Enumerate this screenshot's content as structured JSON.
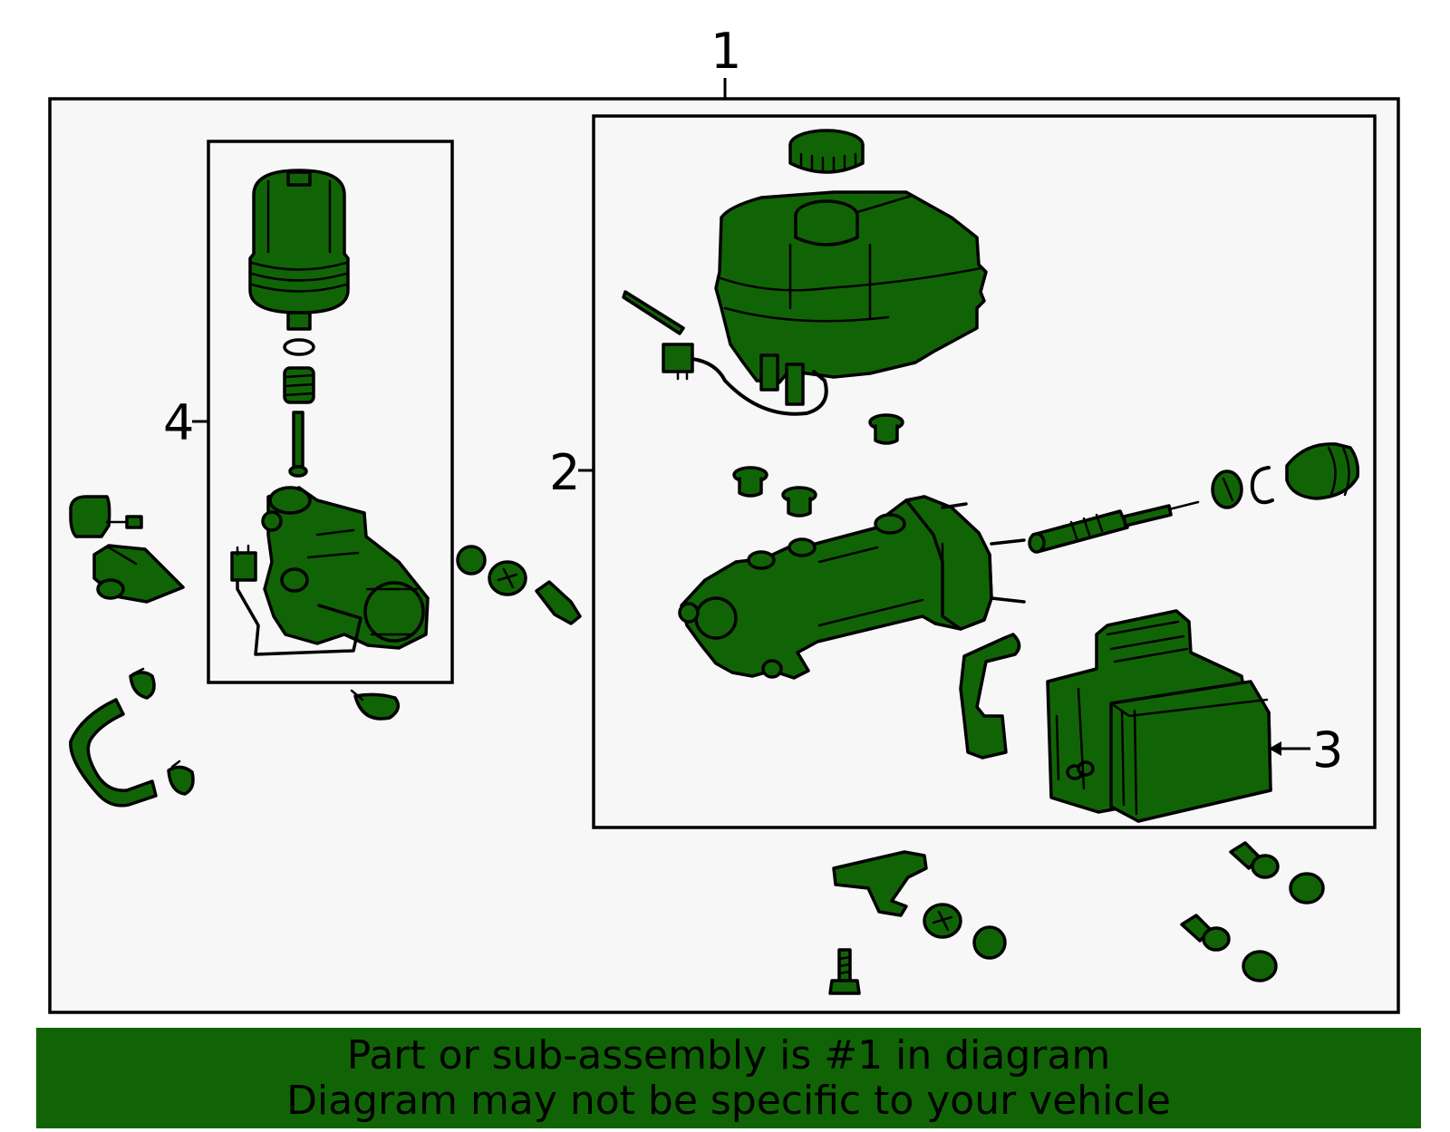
{
  "colors": {
    "part_fill": "#116405",
    "banner": "#116405",
    "panel_bg": "#f7f7f7",
    "outline": "#000000"
  },
  "callouts": {
    "main_assembly": "1",
    "master_cylinder": "2",
    "control_unit": "3",
    "pump_motor": "4"
  },
  "caption": {
    "line1": "Part or sub-assembly is #1 in diagram",
    "line2": "Diagram may not be specific to your vehicle"
  }
}
